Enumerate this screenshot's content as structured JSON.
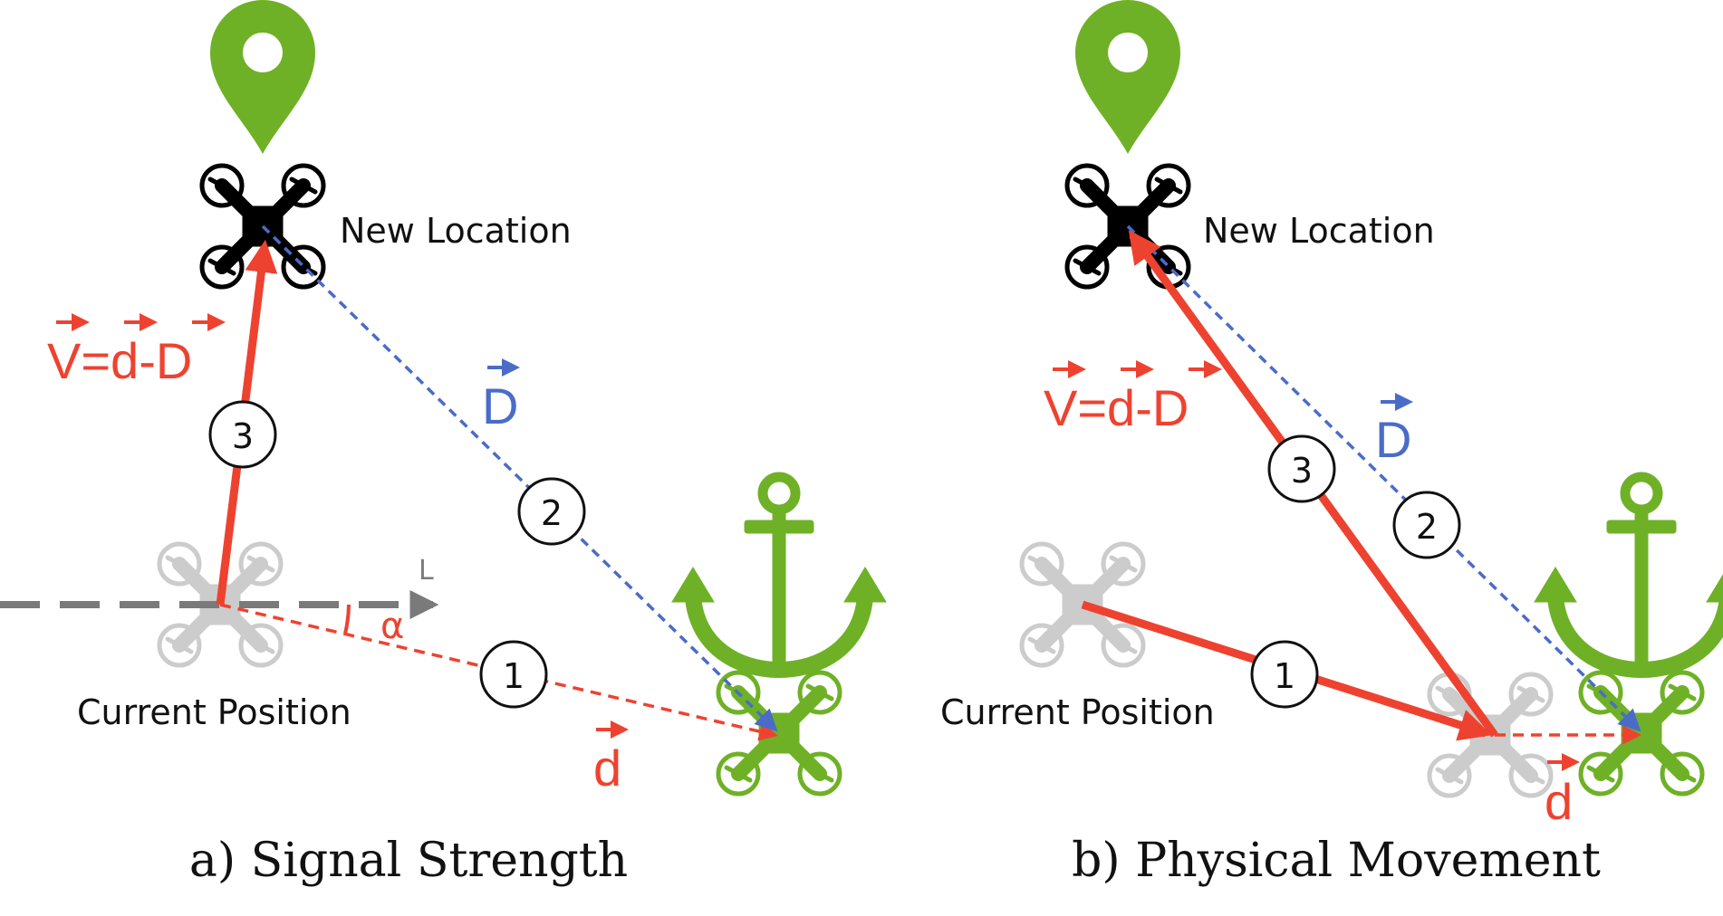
{
  "colors": {
    "red": "#ee4230",
    "blue": "#4a6cc8",
    "green": "#6fb126",
    "gray": "#7a7a7a",
    "light_gray": "#cccccc",
    "black": "#000000"
  },
  "panel_a": {
    "caption": "a) Signal Strength",
    "new_location_label": "New Location",
    "current_position_label": "Current Position",
    "v_label": "V=d-D",
    "D_label": "D",
    "d_label": "d",
    "alpha_label": "α",
    "L_label": "L",
    "step1": "1",
    "step2": "2",
    "step3": "3",
    "icons": [
      "location-pin-icon",
      "drone-icon",
      "anchor-icon"
    ]
  },
  "panel_b": {
    "caption": "b) Physical Movement",
    "new_location_label": "New Location",
    "current_position_label": "Current Position",
    "v_label": "V=d-D",
    "D_label": "D",
    "d_label": "d",
    "step1": "1",
    "step2": "2",
    "step3": "3",
    "icons": [
      "location-pin-icon",
      "drone-icon",
      "anchor-icon"
    ]
  }
}
